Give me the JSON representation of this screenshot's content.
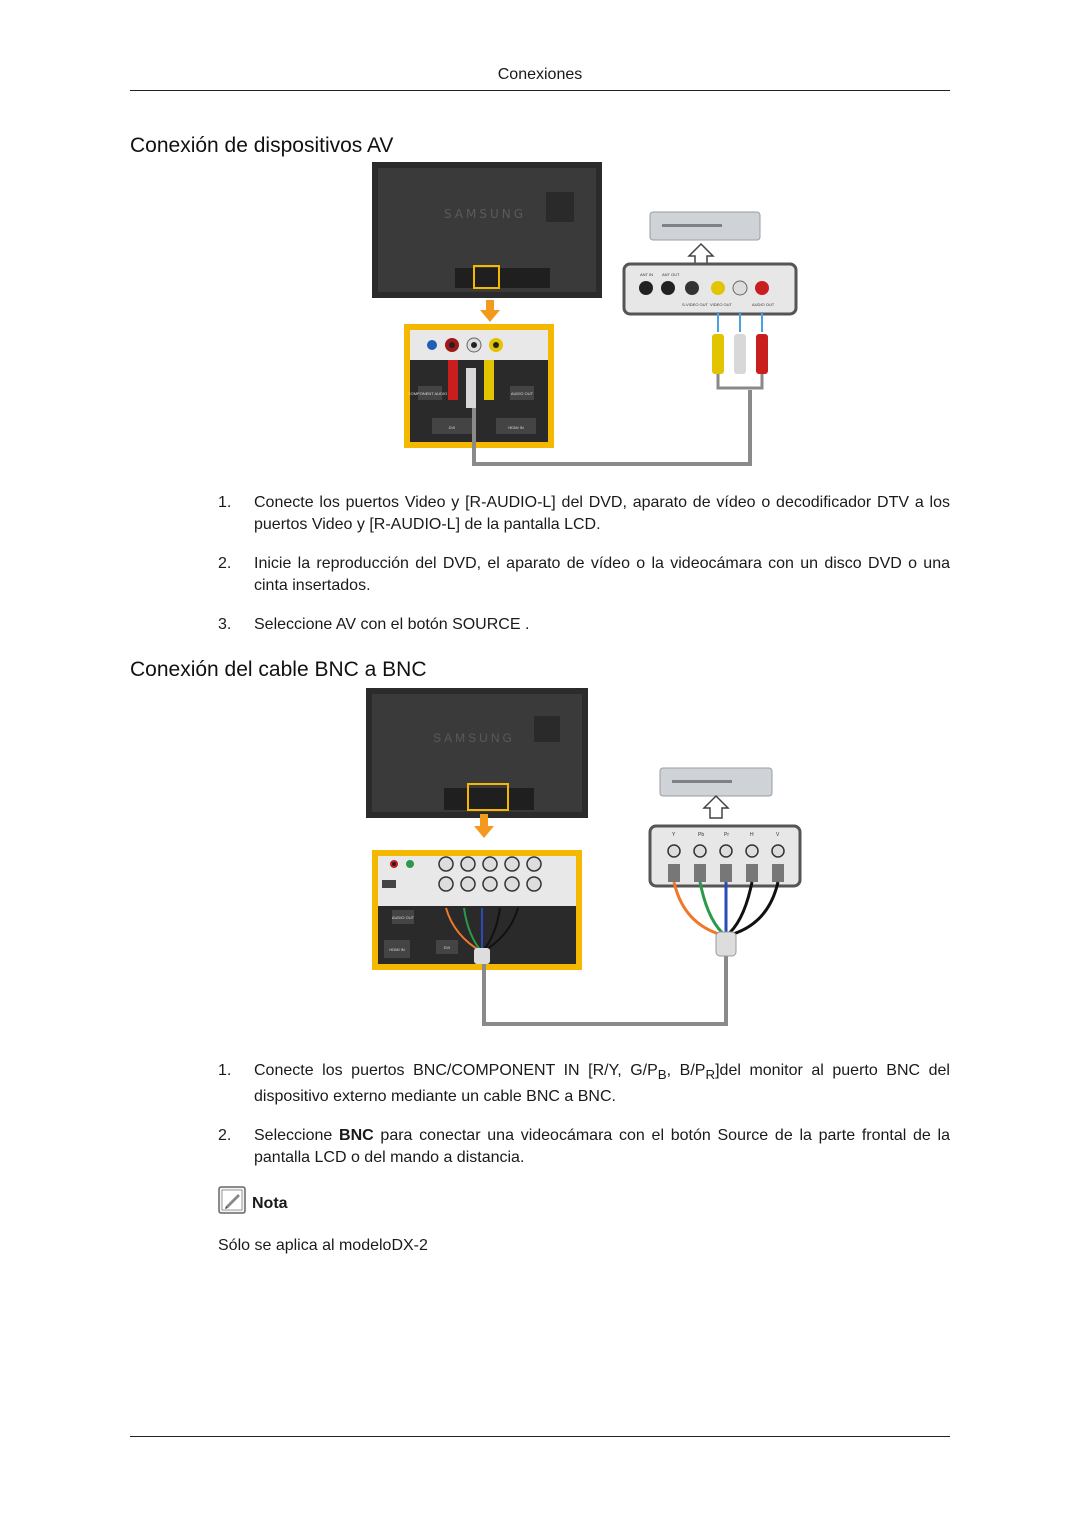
{
  "header": {
    "section_label": "Conexiones"
  },
  "section_av": {
    "title": "Conexión de dispositivos AV",
    "steps": [
      {
        "num": "1.",
        "text": "Conecte los puertos Video y [R-AUDIO-L] del DVD, aparato de vídeo o decodificador DTV a los puertos Video y [R-AUDIO-L] de la pantalla LCD."
      },
      {
        "num": "2.",
        "text": "Inicie la reproducción del DVD, el aparato de vídeo o la videocámara con un disco DVD o una cinta insertados."
      },
      {
        "num": "3.",
        "text": "Seleccione AV con el botón SOURCE ."
      }
    ],
    "figure": {
      "brand": "SAMSUNG",
      "panel_labels": [
        "COMPONENT AUDIO IN",
        "AUDIO OUT",
        "DVI",
        "HDMI IN"
      ],
      "device_labels": [
        "ANT IN",
        "ANT OUT",
        "S-VIDEO OUT",
        "VIDEO OUT",
        "AUDIO OUT"
      ]
    }
  },
  "section_bnc": {
    "title": "Conexión del cable BNC a BNC",
    "steps": [
      {
        "num": "1.",
        "text_before": "Conecte los puertos BNC/COMPONENT IN [R/Y, G/P",
        "sub_b": "B",
        "text_mid": ", B/P",
        "sub_r": "R",
        "text_after": "]del monitor al puerto BNC del dispositivo externo mediante un cable BNC a BNC."
      },
      {
        "num": "2.",
        "text_before": "Seleccione ",
        "bold": "BNC",
        "text_after": " para conectar una videocámara con el botón Source de la parte frontal de la pantalla LCD o del mando a distancia."
      }
    ],
    "figure": {
      "brand": "SAMSUNG",
      "panel_labels": [
        "AUDIO OUT",
        "HDMI IN",
        "DVI"
      ],
      "device_labels": [
        "Y",
        "Pb",
        "Pr",
        "H",
        "V"
      ]
    }
  },
  "note": {
    "label": "Nota",
    "text": "Sólo se aplica al modeloDX-2"
  },
  "colors": {
    "highlight": "#f5b800",
    "arrow": "#f39a1e",
    "cable_gray": "#8a8a8a"
  }
}
